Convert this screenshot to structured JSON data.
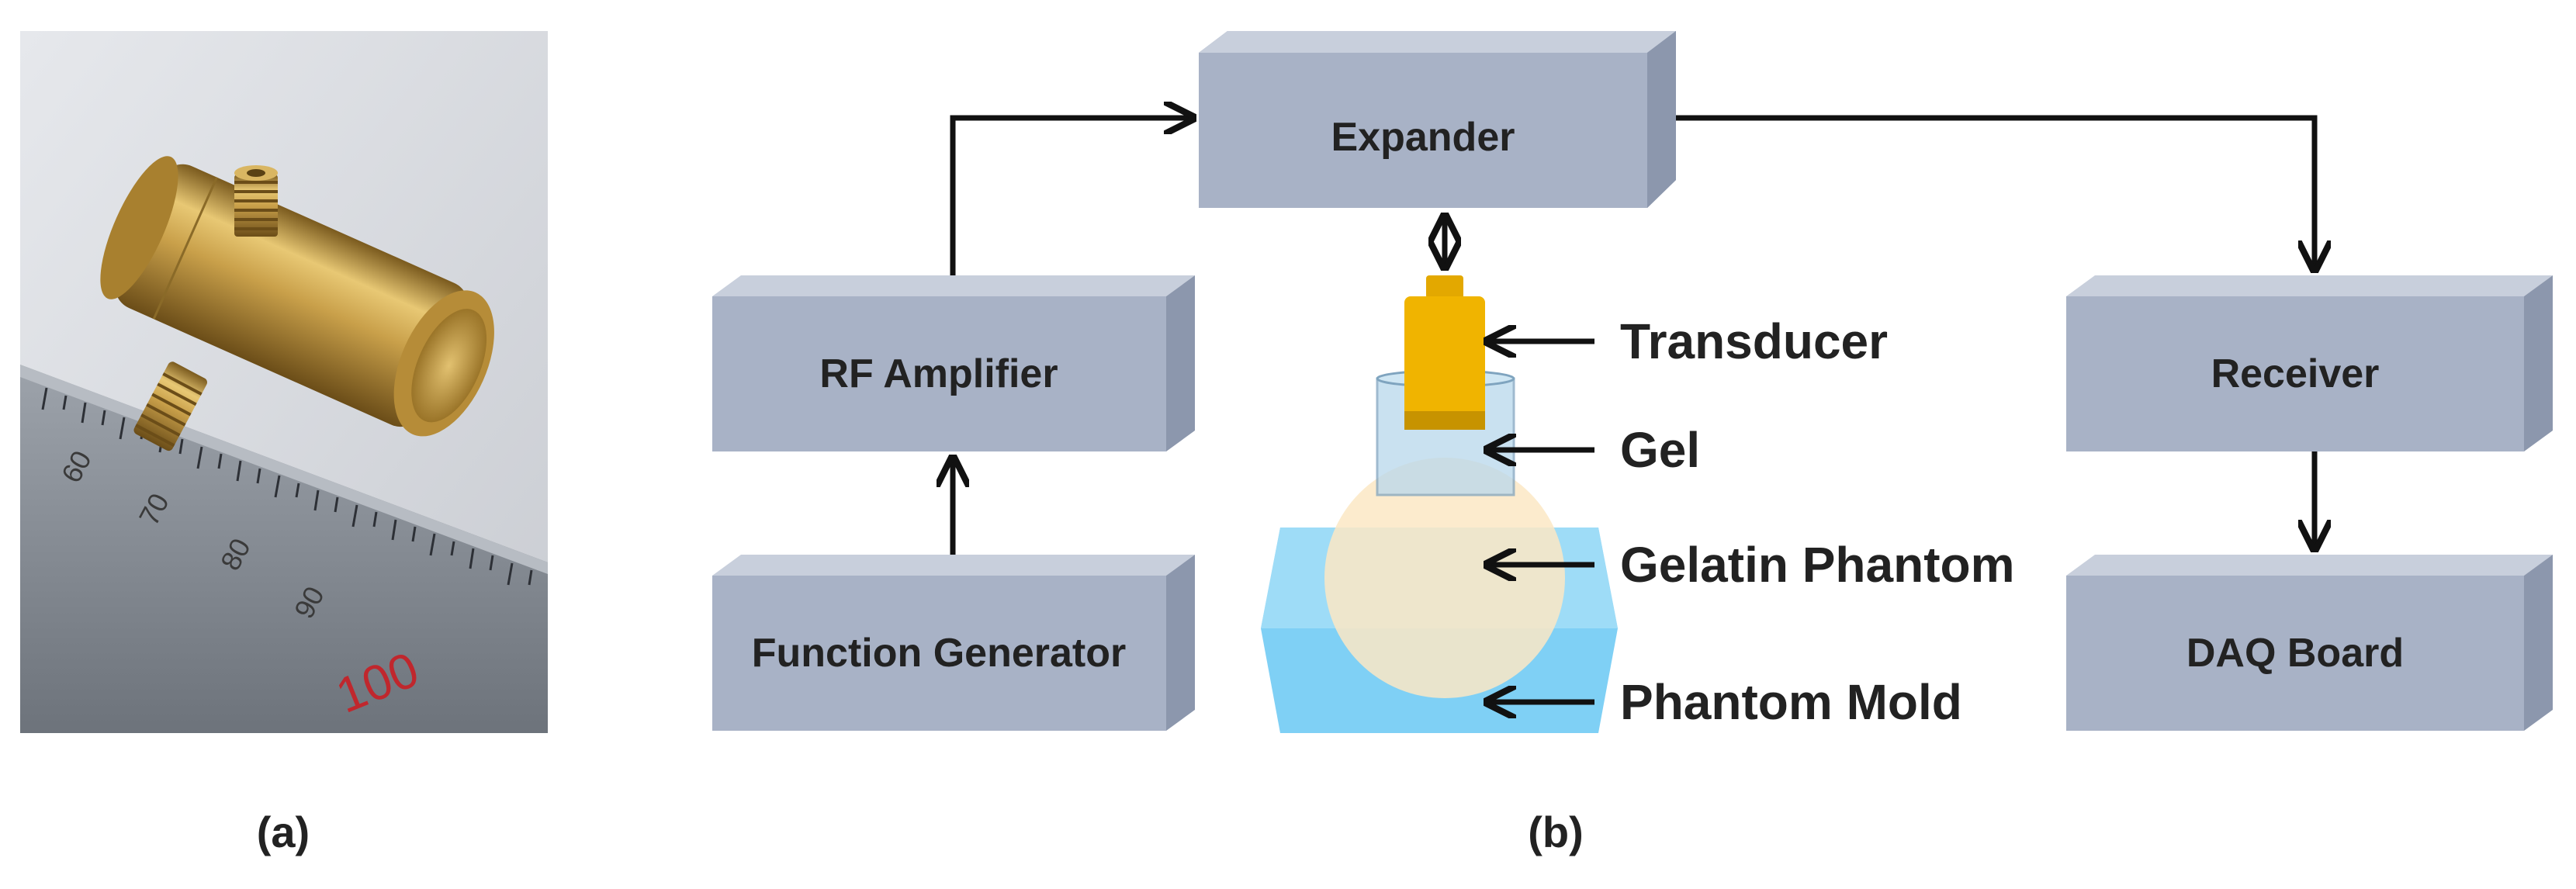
{
  "panels": {
    "a_label": "(a)",
    "b_label": "(b)"
  },
  "photo": {
    "ruler_numbers": [
      "60",
      "70",
      "80",
      "90",
      "100"
    ]
  },
  "blocks": {
    "expander": "Expander",
    "rf_amplifier": "RF Amplifier",
    "function_generator": "Function Generator",
    "receiver": "Receiver",
    "daq_board": "DAQ Board"
  },
  "components": {
    "transducer": "Transducer",
    "gel": "Gel",
    "gelatin_phantom": "Gelatin Phantom",
    "phantom_mold": "Phantom Mold"
  },
  "colors": {
    "block_front": "#a8b2c6",
    "block_top": "#c8cfdc",
    "block_side": "#8c97ad",
    "transducer": "#f0b400",
    "gel": "#b8d8ec",
    "phantom": "#fbe7c4",
    "mold": "#7fd0f5",
    "arrow": "#111111"
  }
}
